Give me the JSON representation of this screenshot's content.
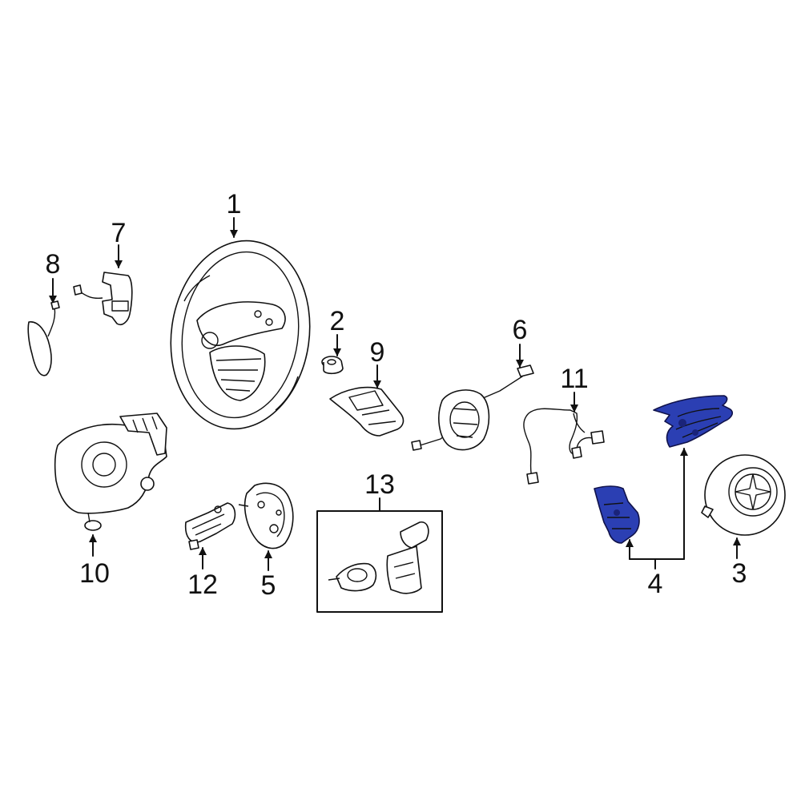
{
  "diagram": {
    "background": "#ffffff",
    "line_color": "#111111",
    "highlight_color": "#2b3fb3",
    "callouts": [
      {
        "id": "c1",
        "label": "1"
      },
      {
        "id": "c2",
        "label": "2"
      },
      {
        "id": "c3",
        "label": "3"
      },
      {
        "id": "c4",
        "label": "4"
      },
      {
        "id": "c5",
        "label": "5"
      },
      {
        "id": "c6",
        "label": "6"
      },
      {
        "id": "c7",
        "label": "7"
      },
      {
        "id": "c8",
        "label": "8"
      },
      {
        "id": "c9",
        "label": "9"
      },
      {
        "id": "c10",
        "label": "10"
      },
      {
        "id": "c11",
        "label": "11"
      },
      {
        "id": "c12",
        "label": "12"
      },
      {
        "id": "c13",
        "label": "13"
      }
    ]
  }
}
